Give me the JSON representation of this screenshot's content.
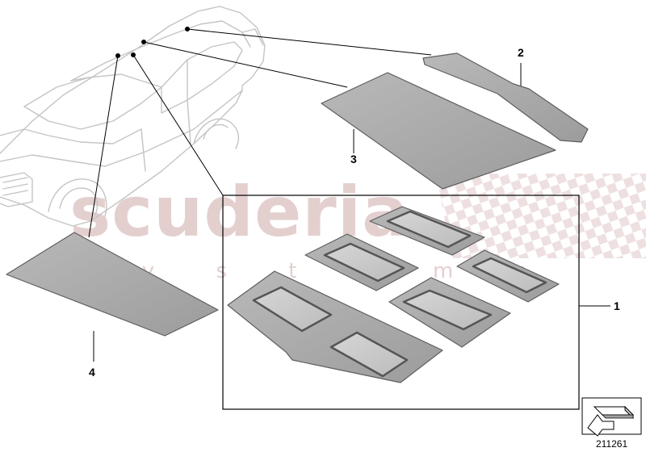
{
  "callouts": {
    "part_1": "1",
    "part_2": "2",
    "part_3": "3",
    "part_4": "4"
  },
  "watermark": {
    "brand": "scuderia",
    "tagline": "s y s t e m s"
  },
  "reference_number": "211261",
  "colors": {
    "panel_fill": "#a9a9a9",
    "panel_edge": "#5e5e5e",
    "window_fill": "#c8c8c8",
    "window_frame": "#6e6e6e",
    "car_outline": "#c4c4c4",
    "leader_line": "#000000",
    "watermark": "#e4cfcf"
  }
}
